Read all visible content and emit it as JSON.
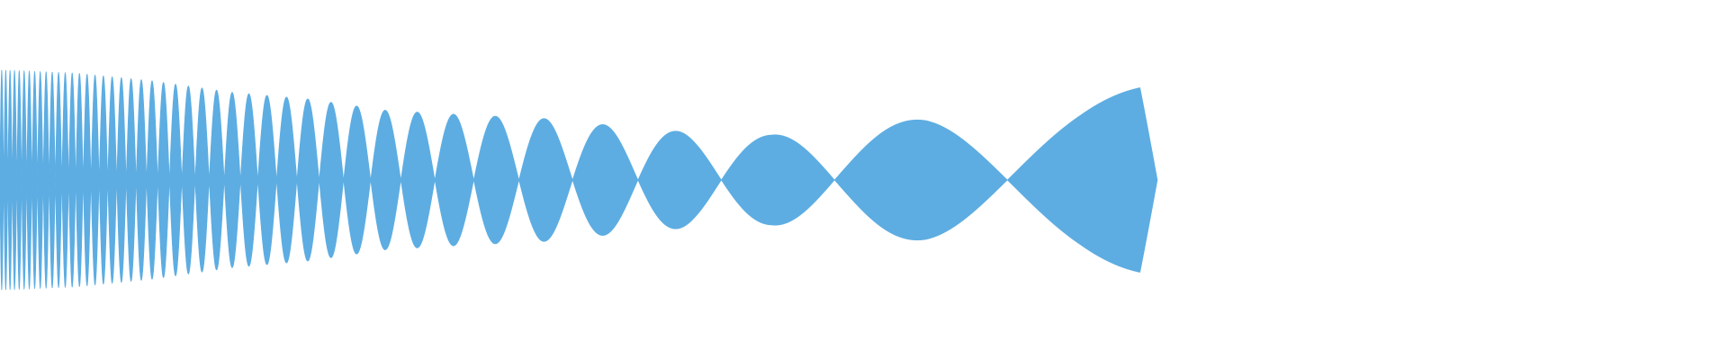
{
  "waveform": {
    "color": "#5dade2",
    "background": "#ffffff",
    "description_of_signal": "",
    "amplitude_envelope": [
      0.98,
      0.95,
      0.88,
      0.78,
      0.72,
      0.62,
      0.58,
      0.55,
      0.48,
      0.42,
      0.4,
      0.45,
      0.55,
      0.62,
      0.72,
      0.85
    ],
    "frequency_sweep": "descending",
    "extent_fraction": 0.67
  }
}
